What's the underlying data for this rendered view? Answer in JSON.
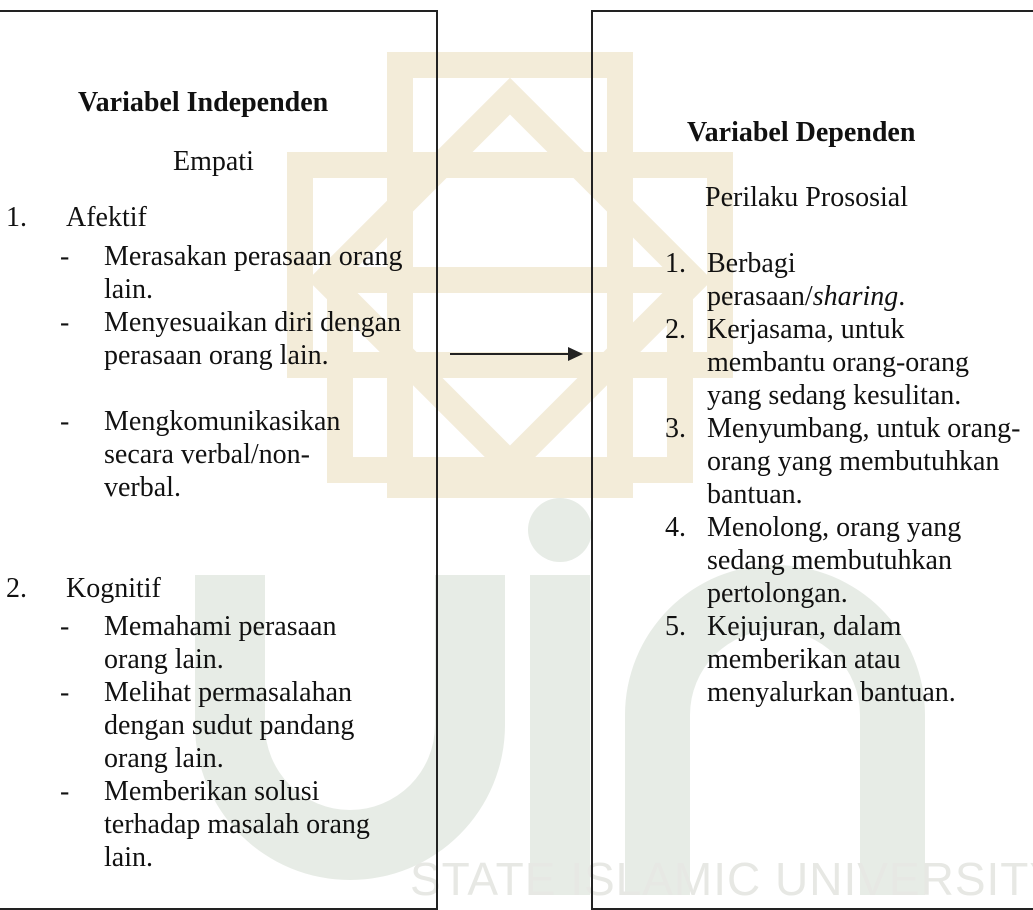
{
  "independent": {
    "title": "Variabel Independen",
    "subtitle": "Empati",
    "groups": [
      {
        "number": "1.",
        "label": "Afektif",
        "items": [
          "Merasakan perasaan orang lain.",
          "Menyesuaikan diri dengan perasaan orang lain.",
          "Mengkomunikasikan secara verbal/non-verbal."
        ]
      },
      {
        "number": "2.",
        "label": "Kognitif",
        "items": [
          "Memahami perasaan orang lain.",
          "Melihat permasalahan dengan sudut pandang orang lain.",
          "Memberikan solusi terhadap masalah orang lain."
        ]
      }
    ]
  },
  "dependent": {
    "title": "Variabel Dependen",
    "subtitle": "Perilaku Prososial",
    "items": [
      {
        "number": "1.",
        "text": "Berbagi perasaan/",
        "emphasis": "sharing",
        "tail": "."
      },
      {
        "number": "2.",
        "text": "Kerjasama, untuk membantu orang-orang yang sedang kesulitan."
      },
      {
        "number": "3.",
        "text": "Menyumbang, untuk orang-orang yang membutuhkan bantuan."
      },
      {
        "number": "4.",
        "text": "Menolong, orang yang sedang membutuhkan pertolongan."
      },
      {
        "number": "5.",
        "text": "Kejujuran, dalam memberikan atau menyalurkan bantuan."
      }
    ]
  },
  "watermark": {
    "text": "STATE ISLAMIC UNIVERSITY"
  },
  "colors": {
    "watermark_ornament": "#f3ecd9",
    "watermark_letters": "#e7ece6",
    "watermark_text": "#e7e8e4",
    "line": "#222222"
  }
}
